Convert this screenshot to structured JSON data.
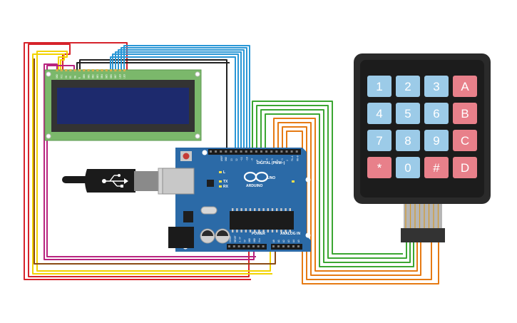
{
  "colors": {
    "background": "#ffffff",
    "wire_red": "#d6232b",
    "wire_yellow": "#f2d300",
    "wire_magenta": "#b8237f",
    "wire_black": "#222222",
    "wire_blue": "#2a97d6",
    "wire_green": "#3ba632",
    "wire_orange": "#e67a13",
    "wire_brown": "#8a4a14",
    "arduino_board": "#2b6aa7",
    "lcd_pcb": "#7bb86b",
    "lcd_screen": "#1d2a6d",
    "keypad_body": "#2a2a2a",
    "key_blue": "#9ccbe8",
    "key_red": "#e8808a"
  },
  "arduino": {
    "brand": "ARDUINO",
    "model": "UNO",
    "digital_label": "DIGITAL (PWM~)",
    "power_label": "POWER",
    "analog_label": "ANALOG IN",
    "led_l": "L",
    "led_tx": "TX",
    "led_rx": "RX",
    "aref": "AREF",
    "gnd": "GND",
    "digital_pins": [
      "13",
      "12",
      "~11",
      "~10",
      "~9",
      "8",
      "7",
      "~6",
      "~5",
      "4",
      "~3",
      "2",
      "TX→1",
      "RX←0"
    ],
    "power_pins": [
      "IOREF",
      "RESET",
      "3.3V",
      "5V",
      "GND",
      "GND",
      "Vin"
    ],
    "analog_pins": [
      "A0",
      "A1",
      "A2",
      "A3",
      "A4",
      "A5"
    ]
  },
  "lcd": {
    "pin_labels": [
      "GND",
      "VCC",
      "V0",
      "RS",
      "RW",
      "E",
      "DB0",
      "DB1",
      "DB2",
      "DB3",
      "DB4",
      "DB5",
      "DB6",
      "DB7",
      "LED",
      "LED"
    ]
  },
  "keypad": {
    "rows": [
      [
        {
          "label": "1",
          "kind": "digit"
        },
        {
          "label": "2",
          "kind": "digit"
        },
        {
          "label": "3",
          "kind": "digit"
        },
        {
          "label": "A",
          "kind": "letter"
        }
      ],
      [
        {
          "label": "4",
          "kind": "digit"
        },
        {
          "label": "5",
          "kind": "digit"
        },
        {
          "label": "6",
          "kind": "digit"
        },
        {
          "label": "B",
          "kind": "letter"
        }
      ],
      [
        {
          "label": "7",
          "kind": "digit"
        },
        {
          "label": "8",
          "kind": "digit"
        },
        {
          "label": "9",
          "kind": "digit"
        },
        {
          "label": "C",
          "kind": "letter"
        }
      ],
      [
        {
          "label": "*",
          "kind": "symbol"
        },
        {
          "label": "0",
          "kind": "digit"
        },
        {
          "label": "#",
          "kind": "symbol"
        },
        {
          "label": "D",
          "kind": "letter"
        }
      ]
    ]
  },
  "usb_cable": {
    "icon": "usb-icon"
  }
}
